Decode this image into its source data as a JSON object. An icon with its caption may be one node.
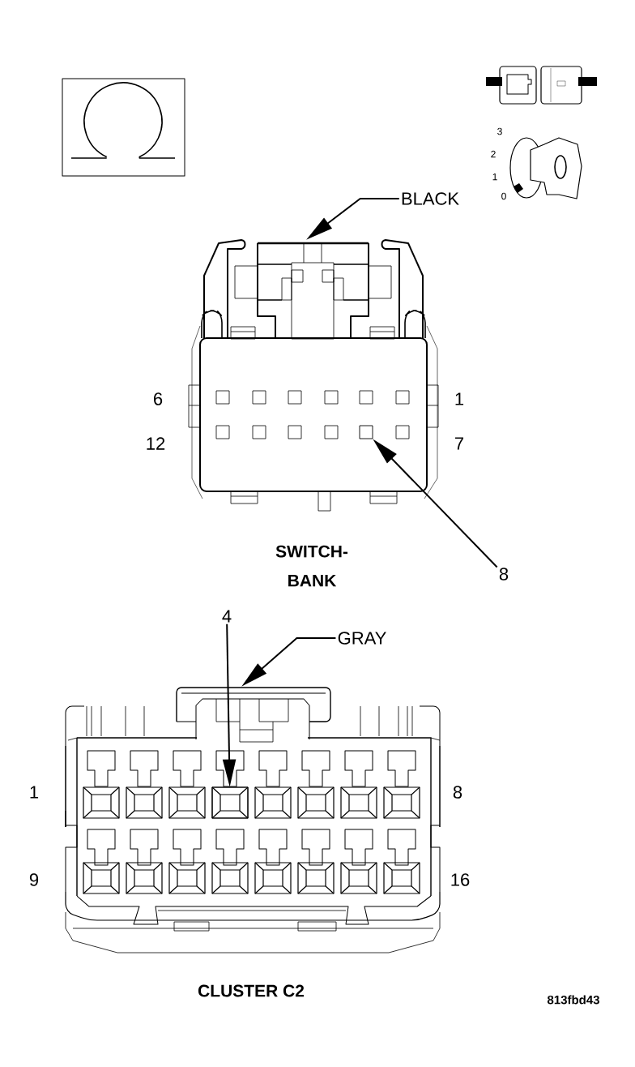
{
  "diagram": {
    "nodes": [
      {
        "text": [
          "BLACK"
        ]
      },
      {
        "text": [],
        "shape": "picture",
        "beside": [
          "SWITCH- BANK"
        ]
      },
      {
        "text": [],
        "shape": "box",
        "in": 1
      },
      {
        "text": [
          "8"
        ]
      },
      {
        "text": [
          "GRAY"
        ]
      },
      {
        "text": [],
        "shape": "picture",
        "beside": [
          "CLUSTER C2"
        ]
      },
      {
        "text": [],
        "shape": "box",
        "in": 5
      },
      {
        "text": [
          "4"
        ]
      }
    ],
    "edges": [
      {
        "from": 0,
        "to": 1,
        "arrow": "to"
      },
      {
        "from": 3,
        "to": 2,
        "arrow": "to"
      },
      {
        "from": 4,
        "to": 5,
        "arrow": "to"
      },
      {
        "from": 7,
        "to": 6,
        "arrow": "to"
      }
    ],
    "labels": [
      "3",
      "2",
      "1",
      "0",
      "6",
      "1",
      "12",
      "7",
      "1",
      "8",
      "9",
      "16",
      "813fbd43"
    ]
  }
}
